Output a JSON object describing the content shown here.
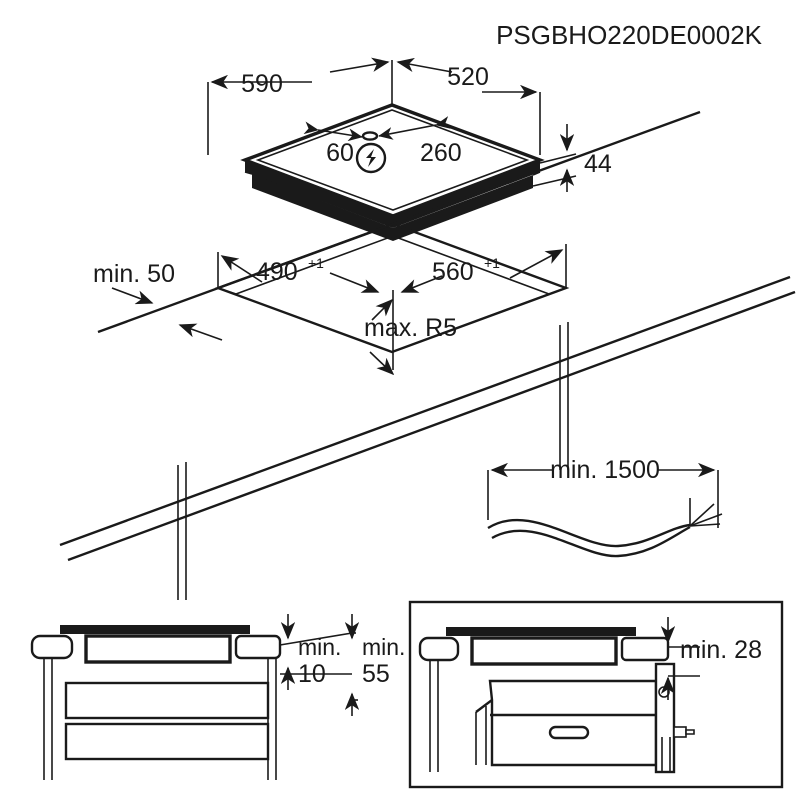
{
  "document": {
    "type": "appliance-installation-diagram",
    "model_code": "PSGBHO220DE0002K",
    "units": "mm"
  },
  "hob_view": {
    "label": "hob-isometric-view",
    "width": "590",
    "depth": "520",
    "height": "44",
    "connection_offset_left": "60",
    "connection_offset_right": "260",
    "electrical_symbol": "lightning-bolt-in-circle"
  },
  "cutout_view": {
    "label": "worktop-cutout-view",
    "edge_clearance": "min. 50",
    "cutout_depth": "490",
    "cutout_depth_tolerance": "+1",
    "cutout_width": "560",
    "cutout_width_tolerance": "+1",
    "corner_radius": "max. R5"
  },
  "cable_view": {
    "label": "mains-cable-length",
    "length": "min. 1500"
  },
  "drawer_section": {
    "label": "installation-over-drawers",
    "gap_label": "min.",
    "gap_value": "10",
    "depth_label": "min.",
    "depth_value": "55"
  },
  "oven_section": {
    "label": "installation-over-oven",
    "clearance": "min. 28"
  },
  "colors": {
    "line": "#1a1a1a",
    "background": "#ffffff"
  }
}
